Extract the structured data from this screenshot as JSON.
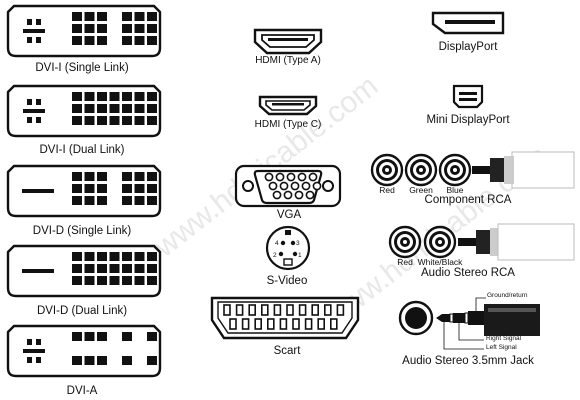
{
  "watermark": "www.hdmicable.com",
  "dvi": {
    "single_link_i": "DVI-I (Single Link)",
    "dual_link_i": "DVI-I (Dual Link)",
    "single_link_d": "DVI-D (Single Link)",
    "dual_link_d": "DVI-D (Dual Link)",
    "a": "DVI-A"
  },
  "connectors": {
    "hdmi_a": "HDMI (Type A)",
    "hdmi_c": "HDMI (Type C)",
    "vga": "VGA",
    "svideo": "S-Video",
    "scart": "Scart",
    "displayport": "DisplayPort",
    "mini_displayport": "Mini DisplayPort",
    "component_rca": "Component RCA",
    "audio_stereo_rca": "Audio Stereo RCA",
    "jack": "Audio Stereo 3.5mm Jack"
  },
  "component": {
    "red": "Red",
    "green": "Green",
    "blue": "Blue"
  },
  "audio_rca": {
    "red": "Red",
    "white": "White/Black"
  },
  "svideo_pins": [
    "4",
    "3",
    "2",
    "1"
  ],
  "jack_parts": {
    "ground": "Ground/return",
    "right": "Right Signal",
    "left": "Left Signal"
  }
}
